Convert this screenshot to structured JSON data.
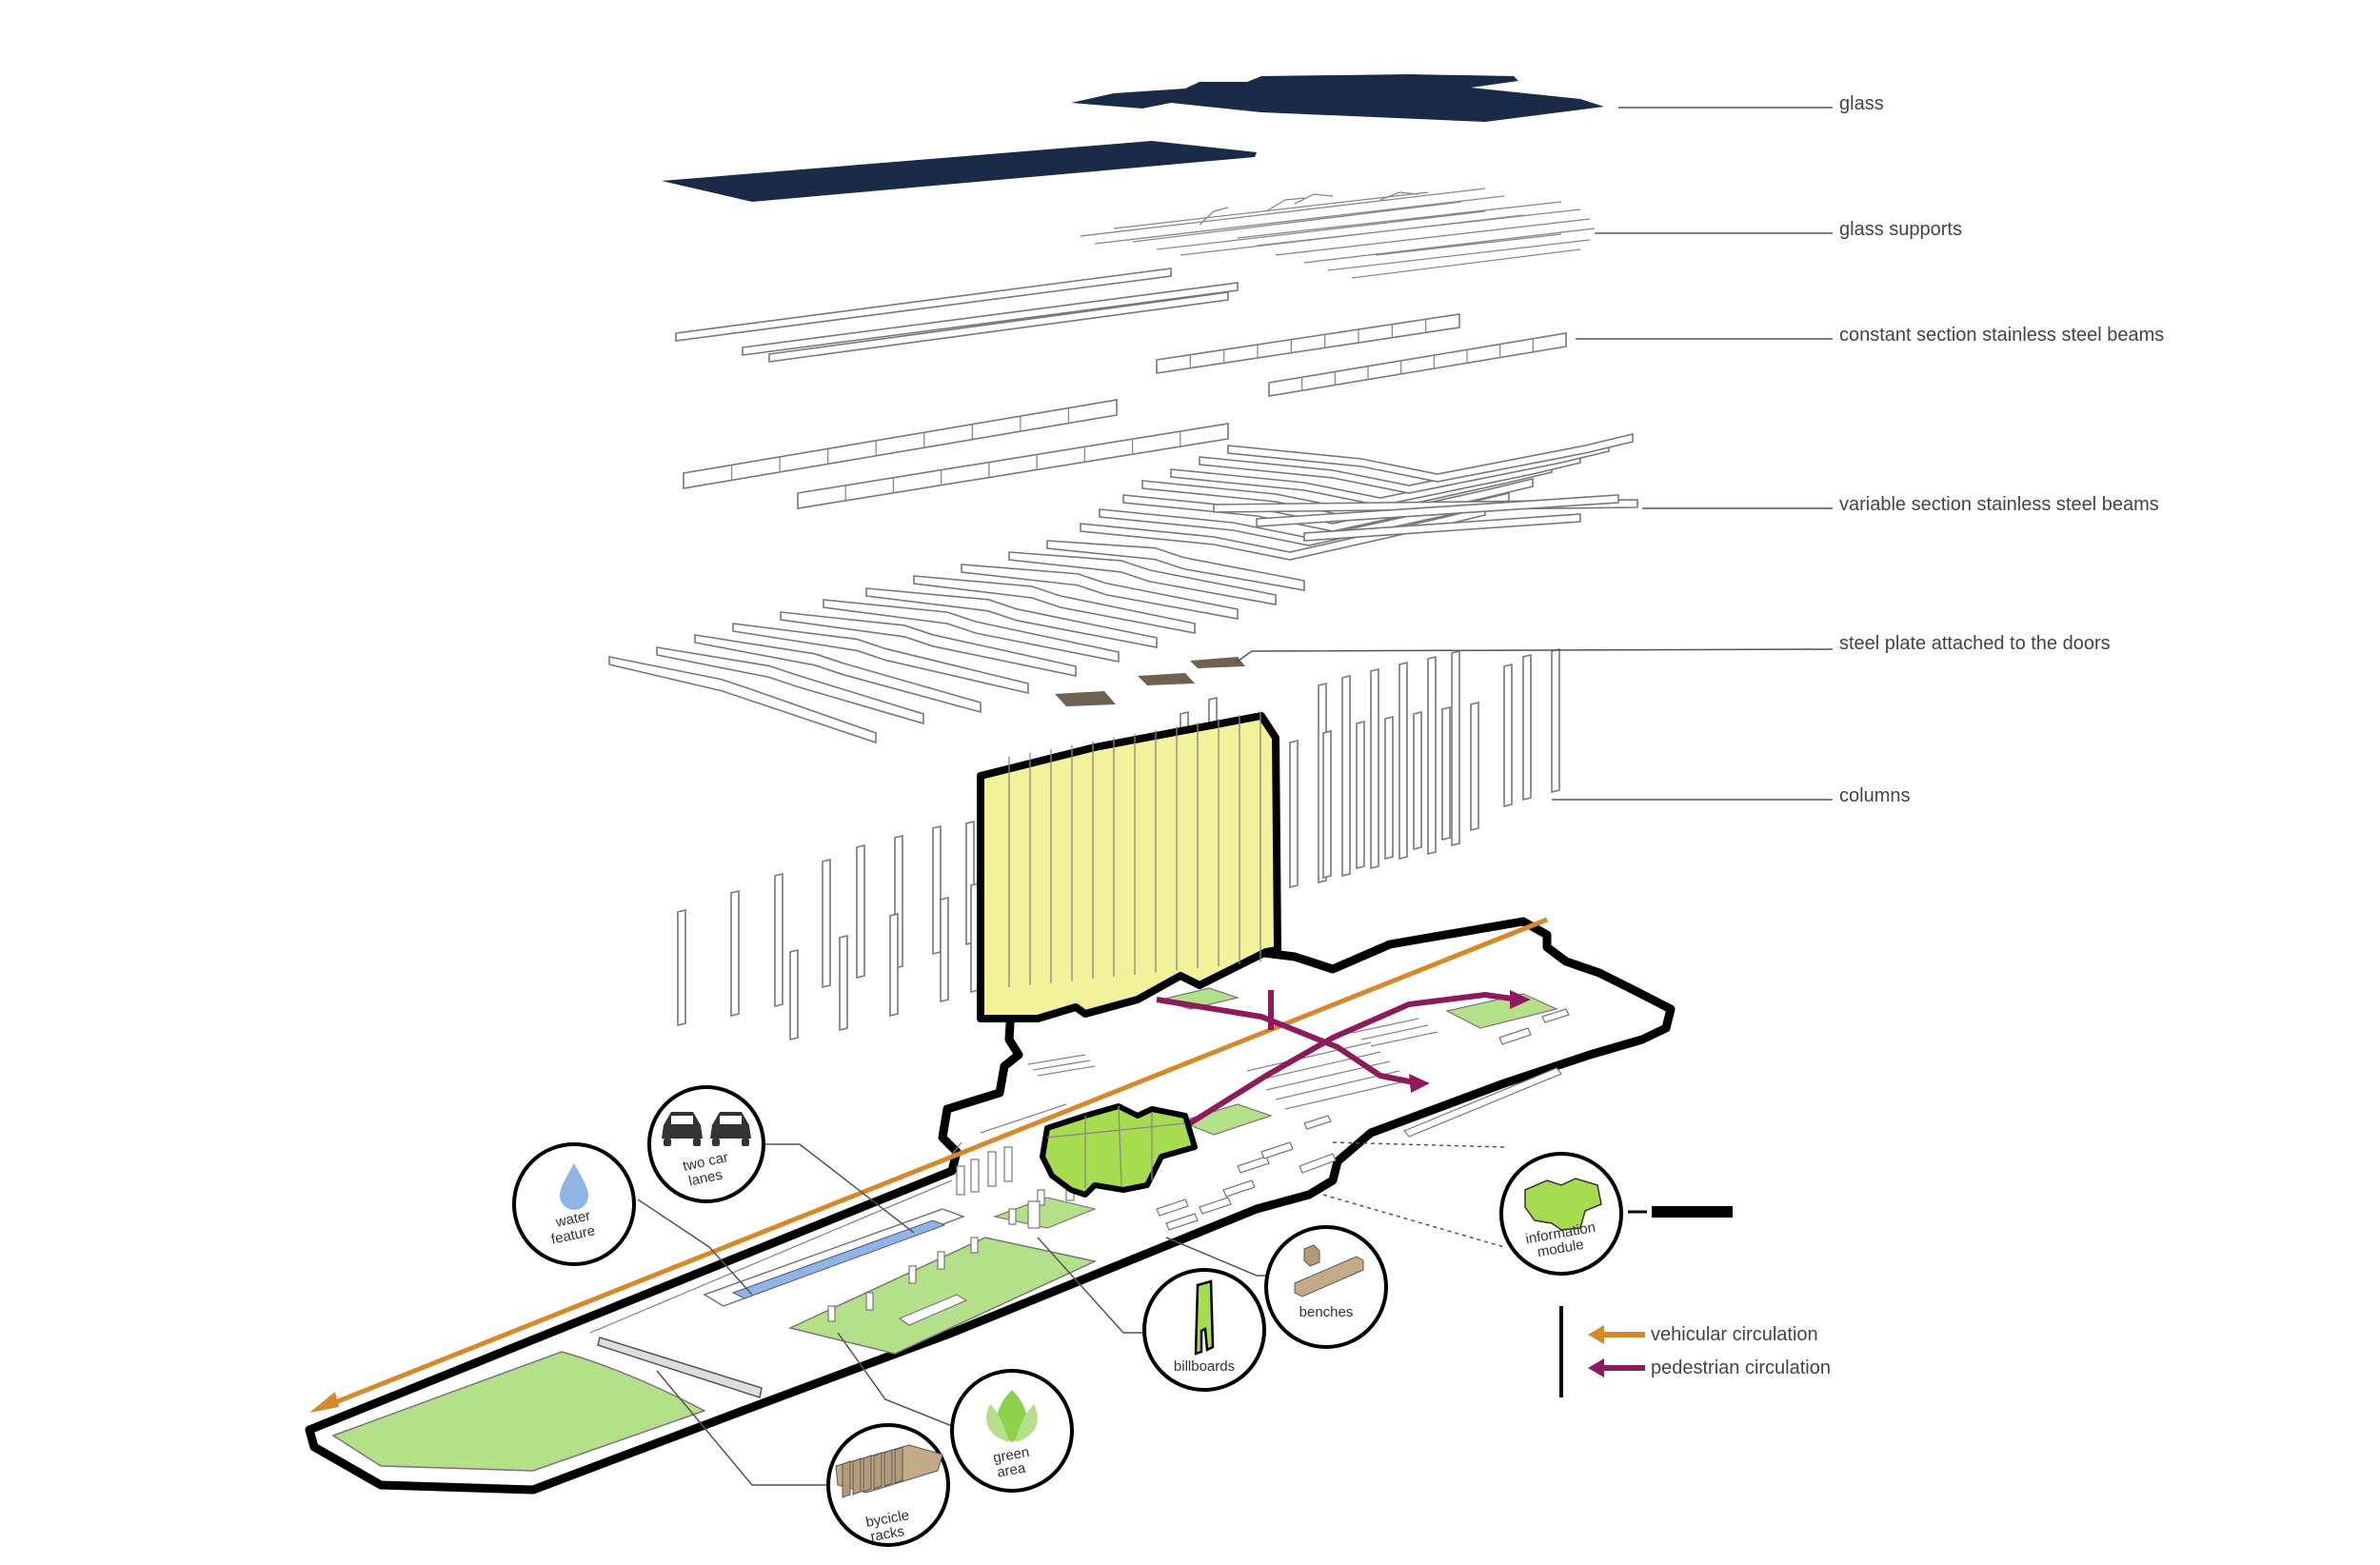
{
  "layers": [
    {
      "id": "glass",
      "label": "glass"
    },
    {
      "id": "glass-supports",
      "label": "glass supports"
    },
    {
      "id": "constant-beams",
      "label": "constant section stainless steel beams"
    },
    {
      "id": "variable-beams",
      "label": "variable section stainless steel beams"
    },
    {
      "id": "steel-plate",
      "label": "steel plate attached to the doors"
    },
    {
      "id": "columns",
      "label": "columns"
    }
  ],
  "callouts": {
    "two_car_lanes": {
      "line1": "two car",
      "line2": "lanes"
    },
    "water_feature": {
      "line1": "water",
      "line2": "feature"
    },
    "information_module": {
      "line1": "information",
      "line2": "module"
    },
    "benches": {
      "line1": "benches"
    },
    "billboards": {
      "line1": "billboards"
    },
    "green_area": {
      "line1": "green",
      "line2": "area"
    },
    "bicycle_racks": {
      "line1": "bycicle",
      "line2": "racks"
    }
  },
  "legend": {
    "vehicular": {
      "label": "vehicular circulation",
      "color": "#d6892a"
    },
    "pedestrian": {
      "label": "pedestrian circulation",
      "color": "#8e1a5e"
    }
  },
  "colors": {
    "glass": "#1a2b48",
    "panel_yellow": "#f2f29a",
    "green": "#b5e08a",
    "info_module": "#a6dc4e",
    "water": "#8eb5e6",
    "bench_brown": "#b59a78",
    "plate_brown": "#6e6250"
  }
}
